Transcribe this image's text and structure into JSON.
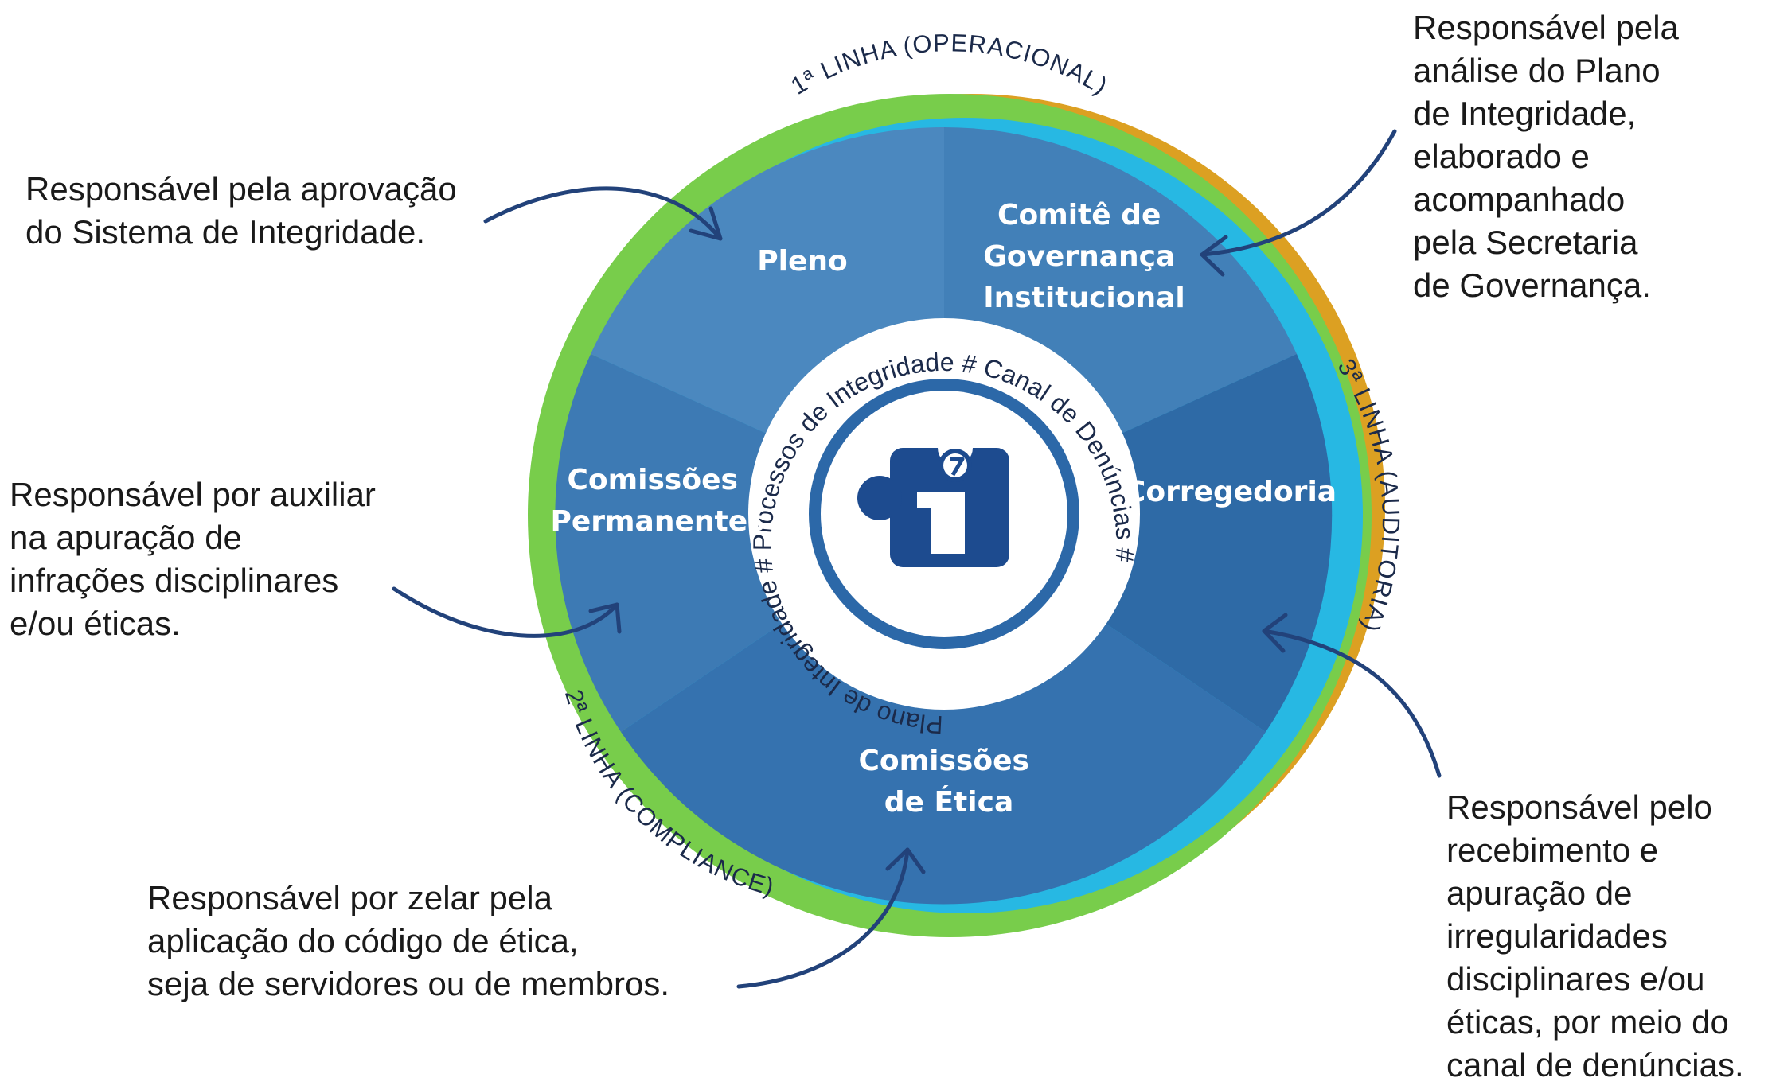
{
  "diagram": {
    "lines": {
      "first": "1ª LINHA (OPERACIONAL)",
      "second": "2ª LINHA (COMPLIANCE)",
      "third": "3ª LINHA (AUDITORIA)"
    },
    "segments": {
      "pleno": [
        "Pleno"
      ],
      "comite": [
        "Comitê de",
        "Governança",
        "Institucional"
      ],
      "corregedoria": [
        "Corregedoria"
      ],
      "etica": [
        "Comissões",
        "de Ética"
      ],
      "permanentes": [
        "Comissões",
        "Permanentes"
      ]
    },
    "inner_ring_text": "Plano de Integridade # Processos de Integridade # Canal de Denúncias #",
    "callouts": {
      "pleno": [
        "Responsável pela aprovação",
        "do Sistema de Integridade."
      ],
      "comite": [
        "Responsável pela",
        "análise do Plano",
        "de Integridade,",
        "elaborado e",
        "acompanhado",
        "pela Secretaria",
        "de Governança."
      ],
      "permanentes": [
        "Responsável por auxiliar",
        "na apuração de",
        "infrações disciplinares",
        "e/ou éticas."
      ],
      "etica": [
        "Responsável por zelar pela",
        "aplicação do código de ética,",
        "seja de servidores ou de membros."
      ],
      "corregedoria": [
        "Responsável pelo",
        "recebimento e",
        "apuração de",
        "irregularidades",
        "disciplinares e/ou",
        "éticas, por meio do",
        "canal de denúncias."
      ]
    },
    "colors": {
      "first_line": "#27b8e3",
      "second_line": "#78cd4b",
      "third_line": "#dca022",
      "segment_base": "#3a73ad",
      "logo_blue": "#1d4b8f"
    },
    "icons": {
      "logo": "integrity-puzzle-logo-icon"
    }
  }
}
